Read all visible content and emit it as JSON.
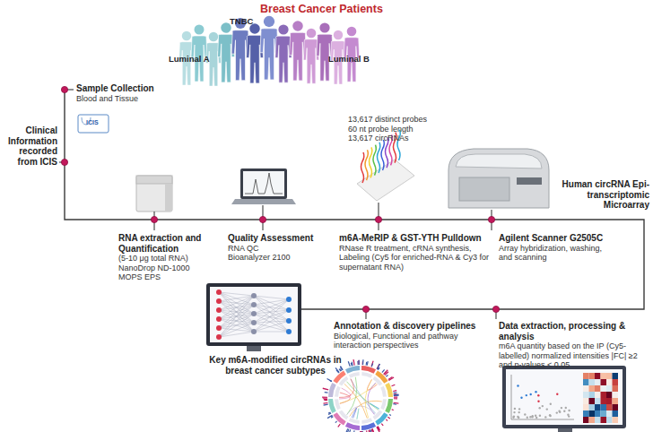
{
  "diagram": {
    "title": "Breast Cancer Patients",
    "labels": [
      "TNBC",
      "Luminal A",
      "Luminal B",
      "Clinical Information recorded from ICIS",
      "Sample Collection",
      "Blood and Tissue",
      "ICIS",
      "13,617 distinct probes",
      "60 nt probe length",
      "13,617 circRNAs",
      "Human circRNA Epi-transcriptomic Microarray",
      "RNA extraction and Quantification",
      "(5-10 μg total RNA)",
      "NanoDrop ND-1000",
      "MOPS EPS",
      "Quality Assessment",
      "RNA QC",
      "Bioanalyzer 2100",
      "m6A-MeRIP & GST-YTH Pulldown",
      "RNase R treatment, cRNA synthesis, Labeling (Cy5 for enriched-RNA & Cy3 for supernatant RNA)",
      "Agilent Scanner G2505C",
      "Array hybridization, washing, and scanning",
      "Key m6A-modified circRNAs in breast cancer subtypes",
      "Annotation & discovery pipelines",
      "Biological, Functional and pathway interaction perspectives",
      "Data extraction, processing & analysis",
      "m6A quantity based on the IP (Cy5-labelled) normalized intensities |FC| ≥2 and p-values < 0.05"
    ]
  }
}
